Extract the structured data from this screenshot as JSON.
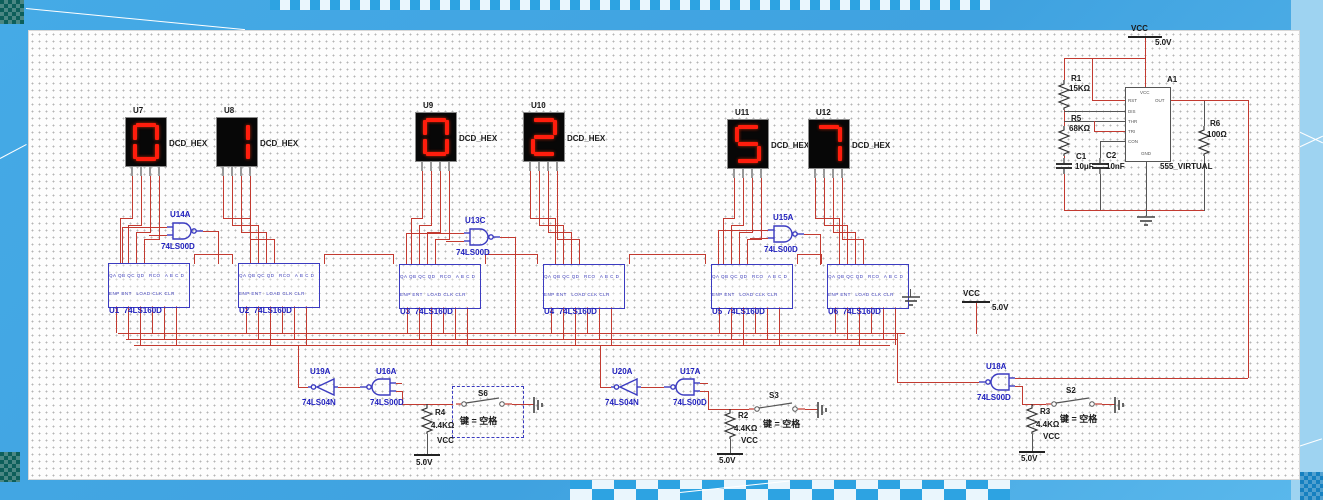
{
  "displays": [
    {
      "ref": "U7",
      "part": "DCD_HEX",
      "digit": "0"
    },
    {
      "ref": "U8",
      "part": "DCD_HEX",
      "digit": "1"
    },
    {
      "ref": "U9",
      "part": "DCD_HEX",
      "digit": "0"
    },
    {
      "ref": "U10",
      "part": "DCD_HEX",
      "digit": "2"
    },
    {
      "ref": "U11",
      "part": "DCD_HEX",
      "digit": "5"
    },
    {
      "ref": "U12",
      "part": "DCD_HEX",
      "digit": "7"
    }
  ],
  "counters": [
    {
      "ref": "U1",
      "part": "74LS160D"
    },
    {
      "ref": "U2",
      "part": "74LS160D"
    },
    {
      "ref": "U3",
      "part": "74LS160D"
    },
    {
      "ref": "U4",
      "part": "74LS160D"
    },
    {
      "ref": "U5",
      "part": "74LS160D"
    },
    {
      "ref": "U6",
      "part": "74LS160D"
    }
  ],
  "counter_pins": {
    "outputs": "QA QB QC QD",
    "carry": "RCO",
    "inputs": "A B C D",
    "enable": "ENP ENT",
    "control": "LOAD CLK CLR"
  },
  "gates": [
    {
      "ref": "U14A",
      "part": "74LS00D"
    },
    {
      "ref": "U13C",
      "part": "74LS00D"
    },
    {
      "ref": "U15A",
      "part": "74LS00D"
    },
    {
      "ref": "U19A",
      "part": "74LS04N"
    },
    {
      "ref": "U16A",
      "part": "74LS00D"
    },
    {
      "ref": "U20A",
      "part": "74LS04N"
    },
    {
      "ref": "U17A",
      "part": "74LS00D"
    },
    {
      "ref": "U18A",
      "part": "74LS00D"
    }
  ],
  "switches": [
    {
      "ref": "S6",
      "caption": "键 = 空格"
    },
    {
      "ref": "S3",
      "caption": "键 = 空格"
    },
    {
      "ref": "S2",
      "caption": "键 = 空格"
    }
  ],
  "pullups": [
    {
      "ref": "R4",
      "value": "4.4KΩ",
      "rail_label": "VCC",
      "rail_volt": "5.0V"
    },
    {
      "ref": "R2",
      "value": "4.4KΩ",
      "rail_label": "VCC",
      "rail_volt": "5.0V"
    },
    {
      "ref": "R3",
      "value": "4.4KΩ",
      "rail_label": "VCC",
      "rail_volt": "5.0V"
    }
  ],
  "vcc_mid": {
    "label": "VCC",
    "volt": "5.0V"
  },
  "timer": {
    "ref": "A1",
    "part": "555_VIRTUAL",
    "pin_top": "VCC",
    "pin_right": "OUT",
    "pin_bottom": "GND",
    "pins_left": [
      "RST",
      "DIS",
      "THR",
      "TRI",
      "CON"
    ],
    "vcc": {
      "label": "VCC",
      "volt": "5.0V"
    },
    "r1": {
      "ref": "R1",
      "value": "15KΩ"
    },
    "r5": {
      "ref": "R5",
      "value": "68KΩ"
    },
    "r6": {
      "ref": "R6",
      "value": "100Ω"
    },
    "c1": {
      "ref": "C1",
      "value": "10μF"
    },
    "c2": {
      "ref": "C2",
      "value": "10nF"
    }
  },
  "colors": {
    "wire": "#c23a30",
    "component_blue": "#3b3bc0",
    "label_blue": "#2121bd",
    "segment_red": "#ff1d0d",
    "frame_blue": "#3fa7e3",
    "canvas_dot": "#b5b5b5"
  }
}
